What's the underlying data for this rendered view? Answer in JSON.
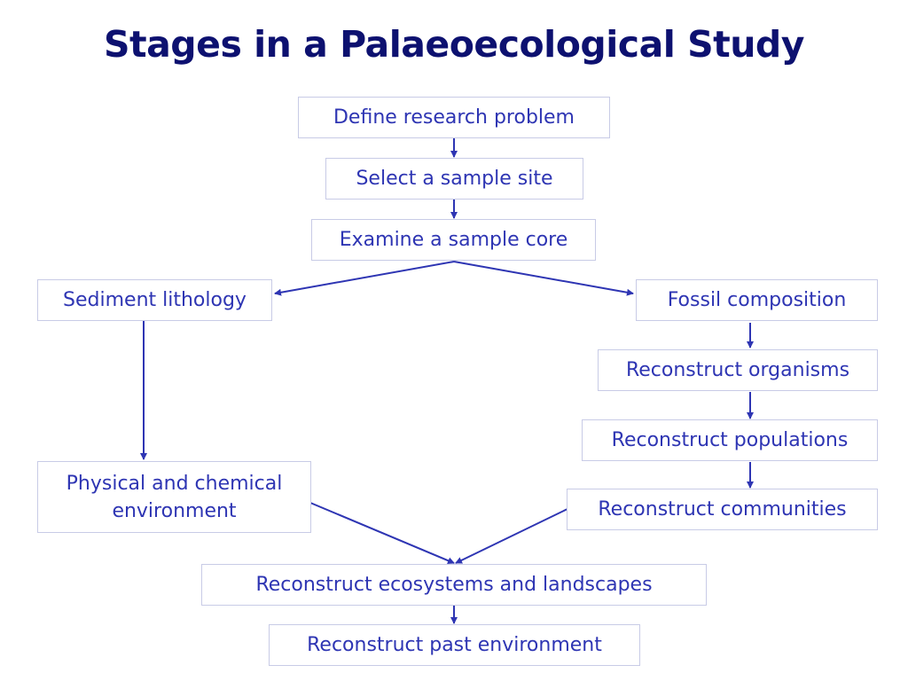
{
  "title": "Stages in a Palaeoecological Study",
  "accent_color": "#2e35b3",
  "title_color": "#0d1170",
  "nodes": {
    "define": "Define research problem",
    "select": "Select a sample site",
    "examine": "Examine a sample core",
    "sediment": "Sediment lithology",
    "fossil": "Fossil composition",
    "organisms": "Reconstruct organisms",
    "populations": "Reconstruct populations",
    "physical_line1": "Physical and chemical",
    "physical_line2": "environment",
    "communities": "Reconstruct communities",
    "ecosystems": "Reconstruct ecosystems and landscapes",
    "past": "Reconstruct past environment"
  }
}
